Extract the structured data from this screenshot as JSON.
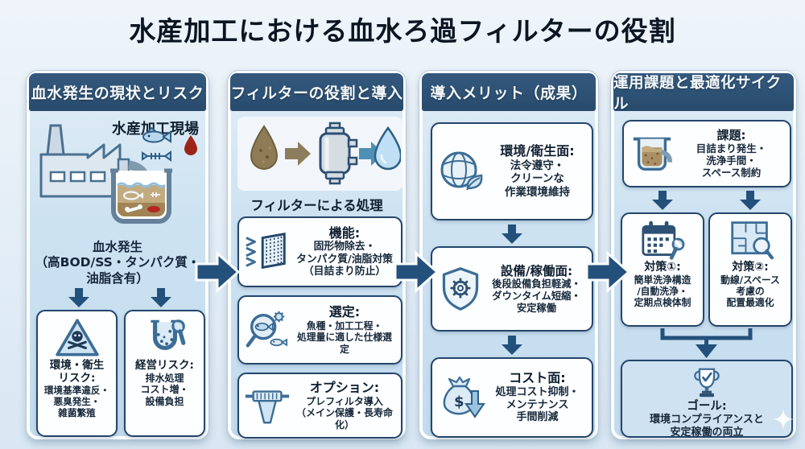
{
  "title": "水産加工における血水ろ過フィルターの役割",
  "colors": {
    "header_navy": "#2d5174",
    "arrow_navy": "#24507c",
    "panel_blue": "#cde2f1",
    "box_border": "#24466b",
    "icon_steel": "#3c6d96",
    "icon_fill": "#cfe4f2",
    "dirty_brown": "#8d7c55",
    "clean_blue": "#bfe0f4",
    "blood_red": "#a8281e"
  },
  "icons": {
    "dollar": "$"
  },
  "col1": {
    "header": "血水発生の現状とリスク",
    "scene_label": "水産加工現場",
    "source_text": "血水発生\n（高BOD/SS・タンパク質・\n油脂含有）",
    "risk_a": {
      "icon": "hazard-skull-icon",
      "title": "環境・衛生\nリスク:",
      "body": "環境基準違反・\n悪臭発生・\n雑菌繁殖"
    },
    "risk_b": {
      "icon": "drain-wrench-icon",
      "title": "経営リスク:",
      "body": "排水処理\nコスト増・\n設備負担"
    }
  },
  "col2": {
    "header": "フィルターの役割と導入",
    "process_label": "フィルターによる処理",
    "boxes": [
      {
        "icon": "mesh-filter-icon",
        "title": "機能:",
        "body": "固形物除去・\nタンパク質/油脂対策\n（目詰まり防止）"
      },
      {
        "icon": "selection-magnifier-icon",
        "title": "選定:",
        "body": "魚種・加工工程・\n処理量に適した仕様選定"
      },
      {
        "icon": "prefilter-icon",
        "title": "オプション:",
        "body": "プレフィルタ導入\n（メイン保護・長寿命化）"
      }
    ]
  },
  "col3": {
    "header": "導入メリット（成果）",
    "boxes": [
      {
        "icon": "globe-leaf-icon",
        "title": "環境/衛生面:",
        "body": "法令遵守・\nクリーンな\n作業環境維持"
      },
      {
        "icon": "shield-gear-icon",
        "title": "設備/稼働面:",
        "body": "後段設備負担軽減・\nダウンタイム短縮・\n安定稼働"
      },
      {
        "icon": "cost-reduction-icon",
        "title": "コスト面:",
        "body": "処理コスト抑制・\nメンテナンス\n手間削減"
      }
    ]
  },
  "col4": {
    "header": "運用課題と最適化サイクル",
    "challenge": {
      "icon": "clogged-drain-icon",
      "title": "課題:",
      "body": "目詰まり発生・\n洗浄手間・\nスペース制約"
    },
    "measures": [
      {
        "icon": "calendar-wrench-icon",
        "title": "対策①:",
        "body": "簡単洗浄構造\n/自動洗浄・\n定期点検体制"
      },
      {
        "icon": "floorplan-magnifier-icon",
        "title": "対策②:",
        "body": "動線/スペース\n考慮の\n配置最適化"
      }
    ],
    "goal": {
      "icon": "trophy-check-icon",
      "title": "ゴール:",
      "body": "環境コンプライアンスと\n安定稼働の両立"
    }
  }
}
